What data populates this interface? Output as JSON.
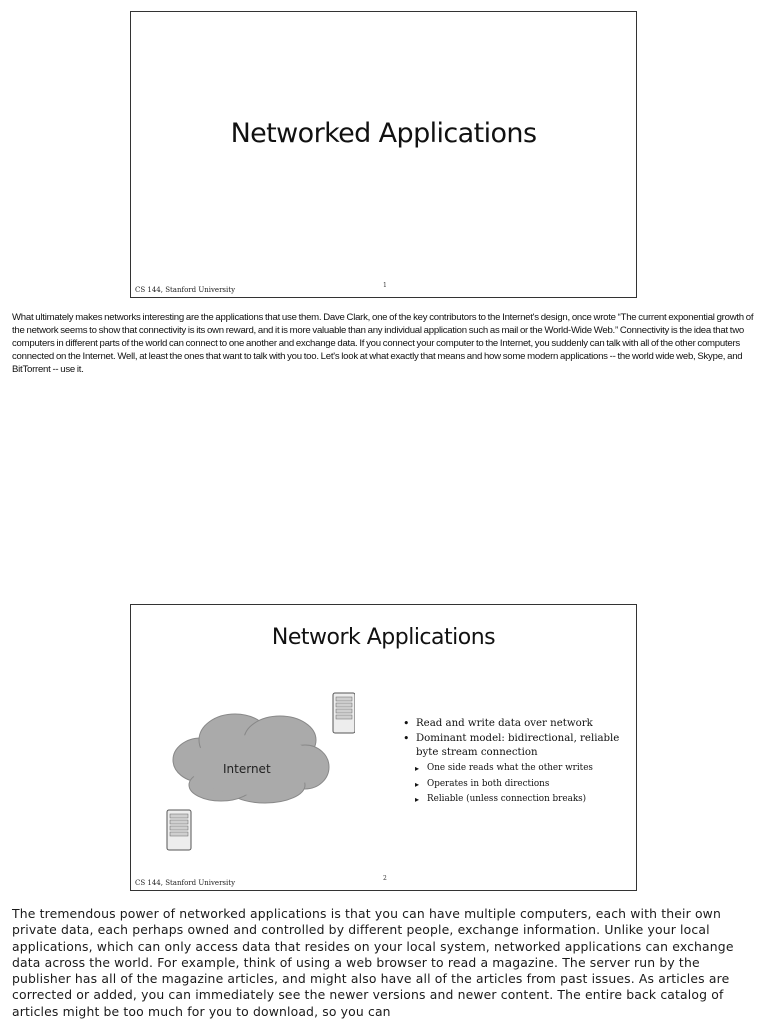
{
  "slide1": {
    "title": "Networked Applications",
    "footer": "CS 144, Stanford University",
    "page": "1"
  },
  "notes1": "What ultimately makes networks interesting are the applications that use them. Dave Clark, one of the key contributors to the Internet's design, once wrote “The current exponential growth of the network seems to show that connectivity is its own reward, and it is more valuable than any individual application such as mail or the World-Wide Web.” Connectivity is the idea that two computers in different parts of the world can connect to one another and exchange data. If you connect your computer to the Internet, you suddenly can talk with all of the other computers connected on the Internet. Well, at least the ones that want to talk with you too. Let's look at what exactly that means and how some modern applications -- the world wide web, Skype, and BitTorrent -- use it.",
  "slide2": {
    "title": "Network Applications",
    "cloud_label": "Internet",
    "bullets": [
      "Read and write data over network",
      "Dominant model: bidirectional, reliable byte stream connection"
    ],
    "sub_bullets": [
      "One side reads what the other writes",
      "Operates in both directions",
      "Reliable (unless connection breaks)"
    ],
    "footer": "CS 144, Stanford University",
    "page": "2"
  },
  "notes2": "The tremendous power of networked applications is that you can have multiple computers, each with their own private data, each perhaps owned and controlled by different people, exchange information. Unlike your local applications, which can only access data that resides on your local system, networked applications can exchange data across the world. For example, think of using a web browser to read a magazine. The server run by the publisher has all of the magazine articles, and might also have all of the articles from past issues. As articles are corrected or added, you can immediately see the newer versions and newer content. The entire back catalog of articles might be too much for you to download, so you can"
}
